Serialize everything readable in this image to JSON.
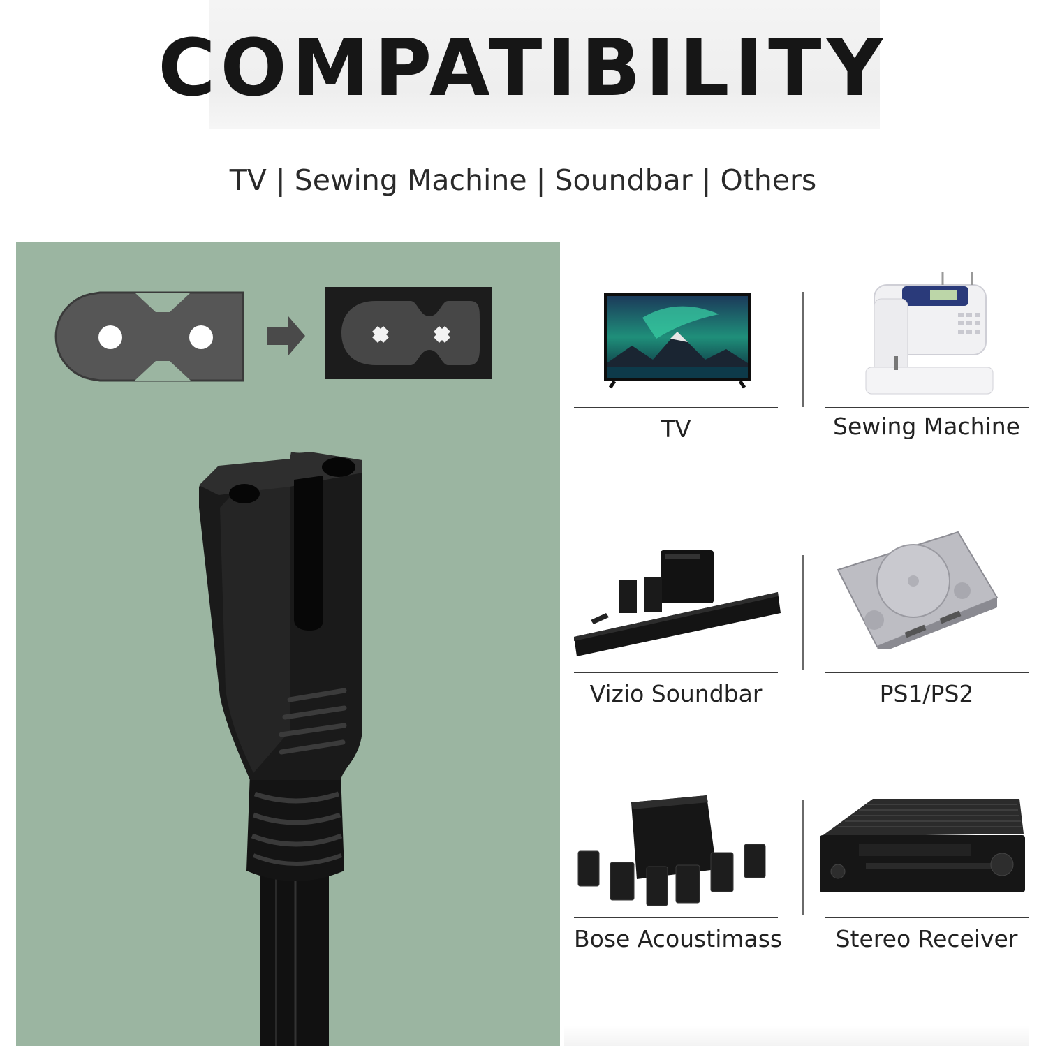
{
  "header": {
    "title": "COMPATIBILITY",
    "subtitle": "TV | Sewing Machine | Soundbar | Others"
  },
  "colors": {
    "panel_green": "#9bb5a1",
    "connector_gray": "#555555",
    "plug_black": "#151515",
    "arrow_gray": "#4a4a4a"
  },
  "connector_diagram": {
    "from_icon": "figure-8-plug-face-icon",
    "arrow_icon": "right-arrow-icon",
    "to_icon": "figure-8-socket-face-icon",
    "main_image": "c7-power-plug-icon"
  },
  "products": [
    {
      "label": "TV",
      "icon": "tv-icon"
    },
    {
      "label": "Sewing Machine",
      "icon": "sewing-machine-icon"
    },
    {
      "label": "Vizio Soundbar",
      "icon": "soundbar-icon"
    },
    {
      "label": "PS1/PS2",
      "icon": "game-console-icon"
    },
    {
      "label": "Bose Acoustimass",
      "icon": "speaker-system-icon"
    },
    {
      "label": "Stereo Receiver",
      "icon": "stereo-receiver-icon"
    }
  ]
}
